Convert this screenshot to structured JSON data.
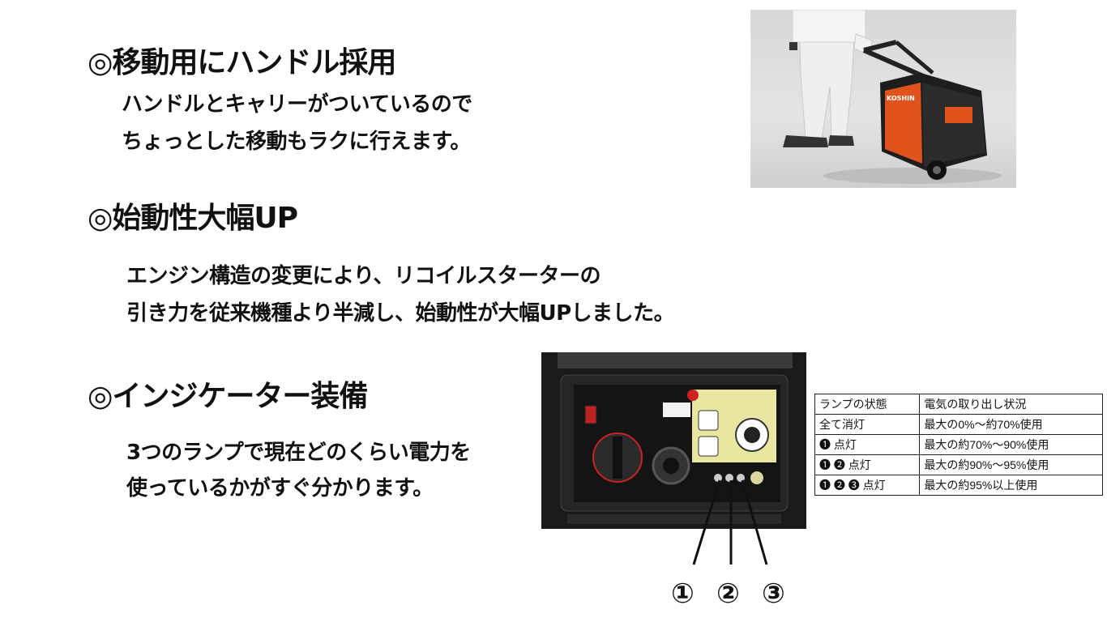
{
  "section1": {
    "heading": "◎移動用にハンドル採用",
    "line1": "ハンドルとキャリーがついているので",
    "line2": "ちょっとした移動もラクに行えます。"
  },
  "section2": {
    "heading": "◎始動性大幅UP",
    "line1": "エンジン構造の変更により、リコイルスターターの",
    "line2": "引き力を従来機種より半減し、始動性が大幅UPしました。"
  },
  "section3": {
    "heading": "◎インジケーター装備",
    "line1": "3つのランプで現在どのくらい電力を",
    "line2": "使っているかがすぐ分かります。"
  },
  "lamp_table": {
    "headers": [
      "ランプの状態",
      "電気の取り出し状況"
    ],
    "rows": [
      [
        "全て消灯",
        "最大の0%～約70%使用"
      ],
      [
        "❶ 点灯",
        "最大の約70%～90%使用"
      ],
      [
        "❶ ❷ 点灯",
        "最大の約90%～95%使用"
      ],
      [
        "❶ ❷ ❸ 点灯",
        "最大の約95%以上使用"
      ]
    ]
  },
  "callouts": [
    "①",
    "②",
    "③"
  ],
  "photos": {
    "generator_brand": "KOSHIN"
  },
  "colors": {
    "generator_orange": "#e0531c",
    "panel_yellow": "#e8e6a0",
    "panel_dark": "#222222"
  }
}
